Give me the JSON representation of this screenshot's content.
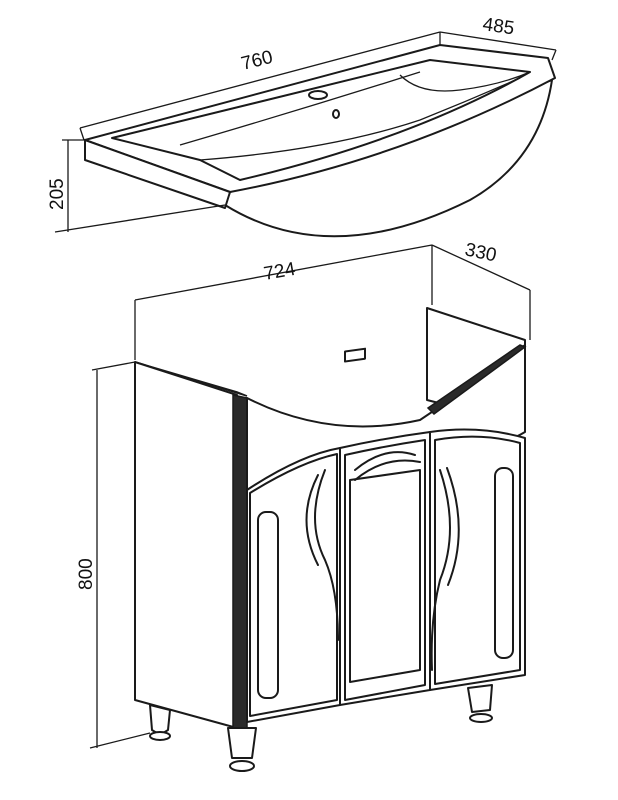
{
  "drawing": {
    "sink": {
      "width": "760",
      "depth": "485",
      "height": "205"
    },
    "cabinet": {
      "width": "724",
      "depth": "330",
      "height": "800"
    }
  }
}
